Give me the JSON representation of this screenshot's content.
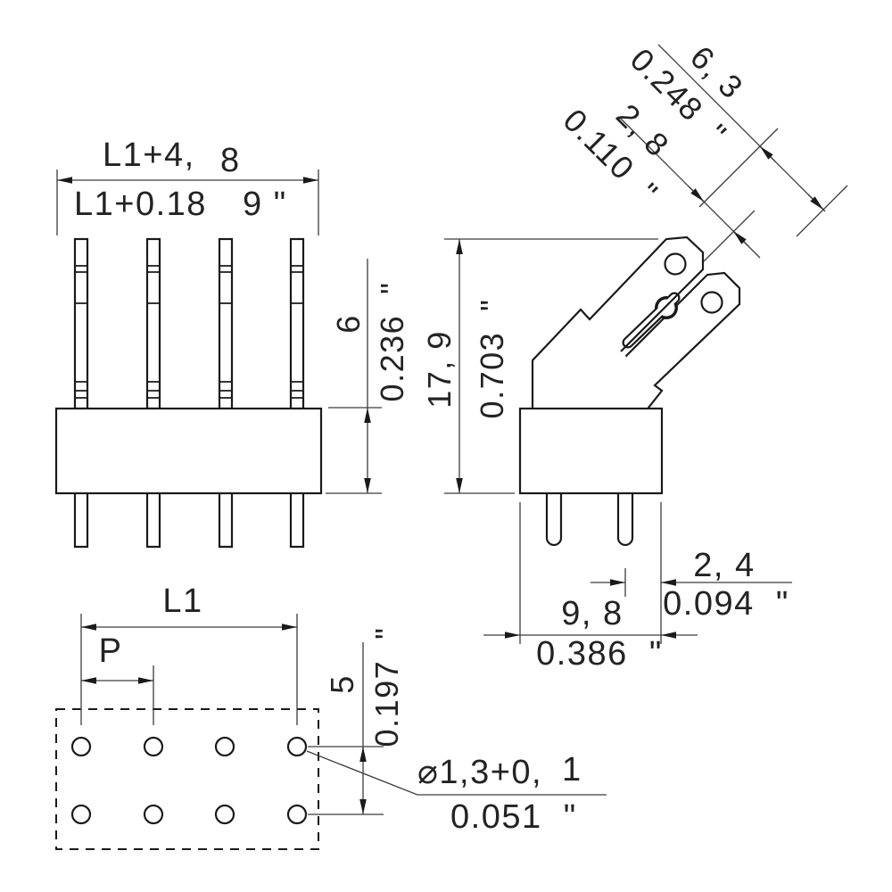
{
  "drawing_title": "terminal-connector-dimension-drawing",
  "front_view": {
    "overall_width_mm": "L1+4,",
    "overall_width_mm_frac": "8",
    "overall_width_in": "L1+0.18",
    "overall_width_in_frac": "9 \"",
    "body_height_mm": "6",
    "body_height_in": "0.236  \""
  },
  "side_view": {
    "height_mm": "17, 9",
    "height_in": "0.703  \"",
    "tab_width_mm": "6, 3",
    "tab_width_in": "0.248  \"",
    "tab_offset_mm": "2, 8",
    "tab_offset_in": "0.110  \"",
    "pin_to_edge_mm": "2, 4",
    "pin_to_edge_in": "0.094  \"",
    "depth_mm": "9, 8",
    "depth_in": "0.386  \""
  },
  "footprint_view": {
    "length_label": "L1",
    "pitch_label": "P",
    "row_spacing_mm": "5",
    "row_spacing_in": "0.197  \"",
    "hole_dia_mm": "⌀1,3+0,",
    "hole_dia_mm_frac": "1",
    "hole_dia_in": "0.051  \""
  }
}
